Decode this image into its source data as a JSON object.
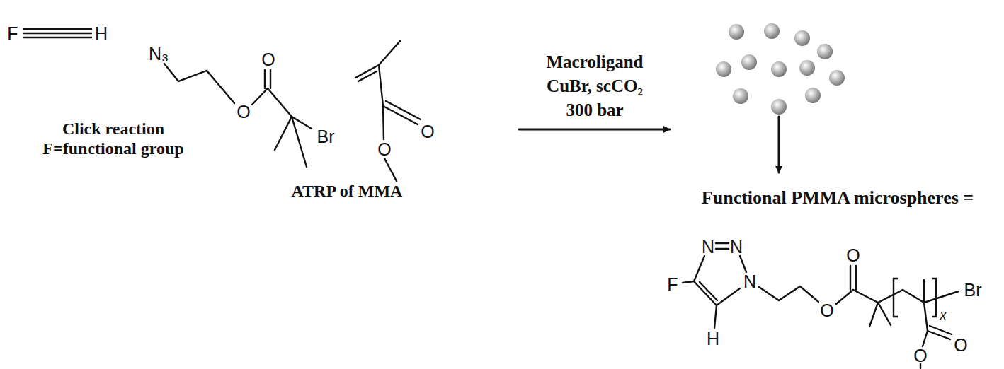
{
  "diagram": {
    "nodes": [
      {
        "text": [
          "Click reaction",
          "F=functional group"
        ]
      },
      {
        "text": [
          "ATRP of MMA"
        ]
      }
    ],
    "labels": [
      "F",
      "H",
      "N₃",
      "O",
      "O",
      "Br",
      "O",
      "O",
      "Macroligand",
      "CuBr, scCO₂",
      "300 bar",
      "Functional PMMA microspheres =",
      "N",
      "N",
      "N",
      "F",
      "H",
      "O",
      "O",
      "x",
      "Br",
      "O",
      "O"
    ]
  }
}
